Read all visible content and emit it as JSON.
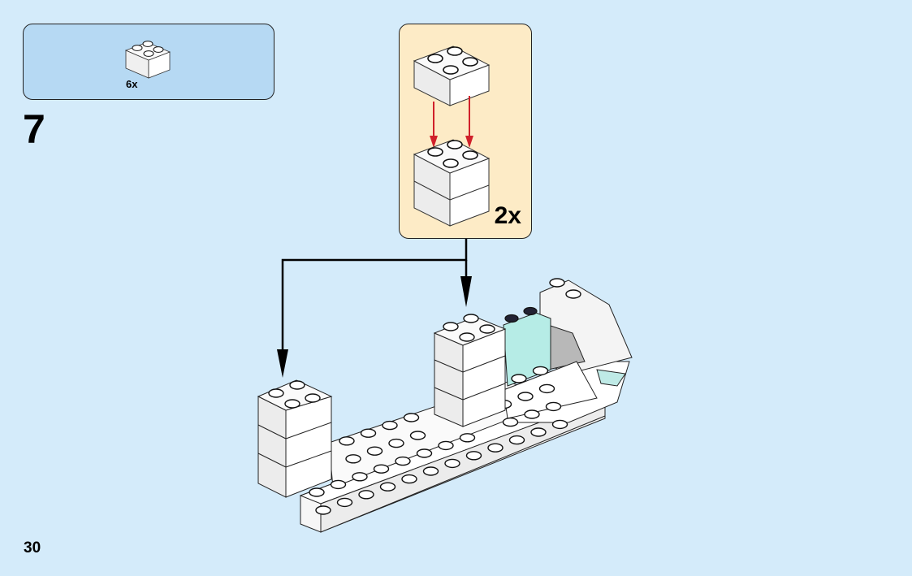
{
  "page": {
    "number": "30",
    "background_color": "#d4ebfa"
  },
  "step": {
    "number": "7"
  },
  "parts_list": {
    "background_color": "#b6d9f3",
    "items": [
      {
        "part": "brick-2x2-white",
        "quantity": "6x"
      }
    ]
  },
  "sub_assembly": {
    "background_color": "#fdebc6",
    "multiplier": "2x",
    "description": "stack two 2x2 white bricks",
    "arrow_color": "#d0202a"
  },
  "model": {
    "description": "white boat hull with two 2x2 brick stacks being added",
    "placement_arrows": 2
  }
}
